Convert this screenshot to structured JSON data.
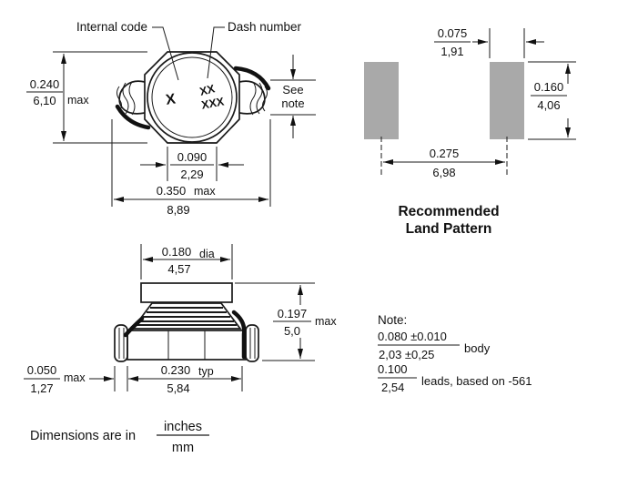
{
  "top_view": {
    "internal_code_label": "Internal code",
    "dash_number_label": "Dash number",
    "internal_mark": "X",
    "dash_marks_row1": "XX",
    "dash_marks_row2": "XXX",
    "height": {
      "in": "0.240",
      "mm": "6,10",
      "suffix": "max"
    },
    "see_note": {
      "line1": "See",
      "line2": "note"
    },
    "pad_gap": {
      "in": "0.090",
      "mm": "2,29"
    },
    "overall_width": {
      "in": "0.350",
      "mm": "8,89",
      "suffix": "max"
    }
  },
  "land_pattern": {
    "title_line1": "Recommended",
    "title_line2": "Land Pattern",
    "pad_color": "#a9a9a9",
    "pad_width": {
      "in": "0.075",
      "mm": "1,91"
    },
    "pad_height": {
      "in": "0.160",
      "mm": "4,06"
    },
    "pad_spacing": {
      "in": "0.275",
      "mm": "6,98"
    }
  },
  "side_view": {
    "core_dia": {
      "in": "0.180",
      "suffix": "dia",
      "mm": "4,57"
    },
    "height": {
      "in": "0.197",
      "mm": "5,0",
      "suffix": "max"
    },
    "lead_width": {
      "in": "0.050",
      "mm": "1,27",
      "suffix": "max"
    },
    "lead_pitch": {
      "in": "0.230",
      "mm": "5,84",
      "suffix": "typ"
    }
  },
  "note": {
    "title": "Note:",
    "body": {
      "in": "0.080 ±0.010",
      "mm": "2,03 ±0,25",
      "suffix": "body"
    },
    "leads": {
      "in": "0.100",
      "mm": "2,54",
      "suffix": "leads, based on -561"
    }
  },
  "footer": {
    "prefix": "Dimensions are in",
    "unit_top": "inches",
    "unit_bottom": "mm"
  }
}
